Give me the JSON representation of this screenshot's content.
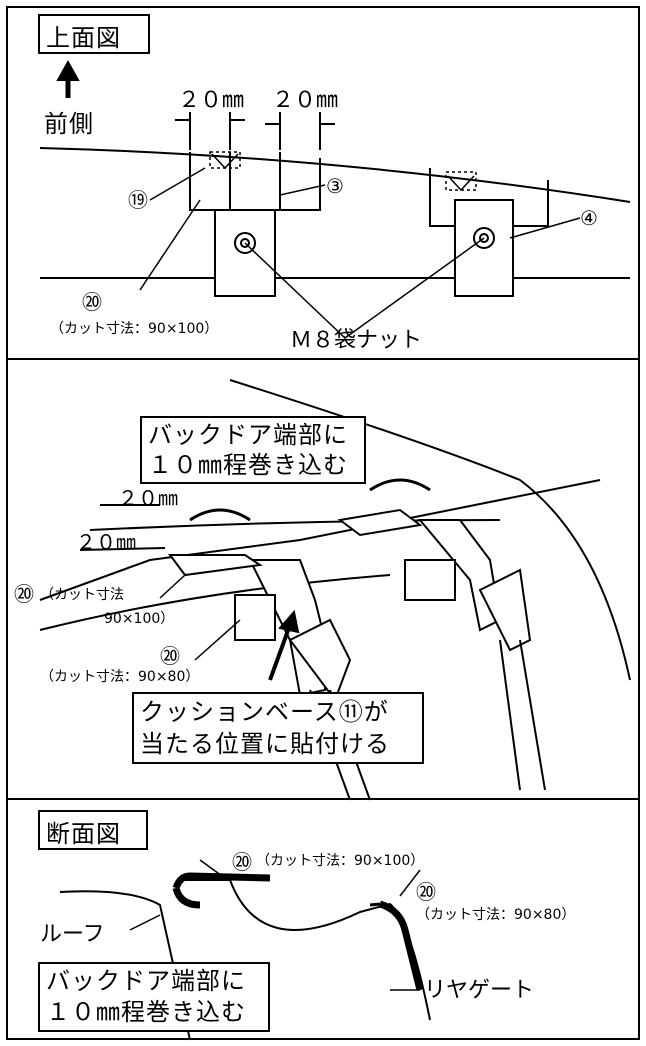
{
  "top_view": {
    "title": "上面図",
    "front_label": "前側",
    "dim_left": "２０㎜",
    "dim_right": "２０㎜",
    "part_19": "⑲",
    "part_3": "③",
    "part_4": "④",
    "part_20": "⑳",
    "cut_size": "（カット寸法：90×100）",
    "nut_label": "Ｍ８袋ナット"
  },
  "perspective_view": {
    "callout_top_line1": "バックドア端部に",
    "callout_top_line2": "１０㎜程巻き込む",
    "dim_upper": "２０㎜",
    "dim_lower": "２０㎜",
    "part_20_a": "⑳",
    "cut_size_a_line1": "（カット寸法",
    "cut_size_a_line2": "90×100）",
    "part_20_b": "⑳",
    "cut_size_b": "（カット寸法：90×80）",
    "callout_bottom_line1": "クッションベース⑪が",
    "callout_bottom_line2": "当たる位置に貼付ける"
  },
  "section_view": {
    "title": "断面図",
    "part_20_a": "⑳",
    "cut_size_a": "（カット寸法：90×100）",
    "part_20_b": "⑳",
    "cut_size_b": "（カット寸法：90×80）",
    "roof_label": "ルーフ",
    "callout_line1": "バックドア端部に",
    "callout_line2": "１０㎜程巻き込む",
    "rear_gate_label": "リヤゲート"
  }
}
